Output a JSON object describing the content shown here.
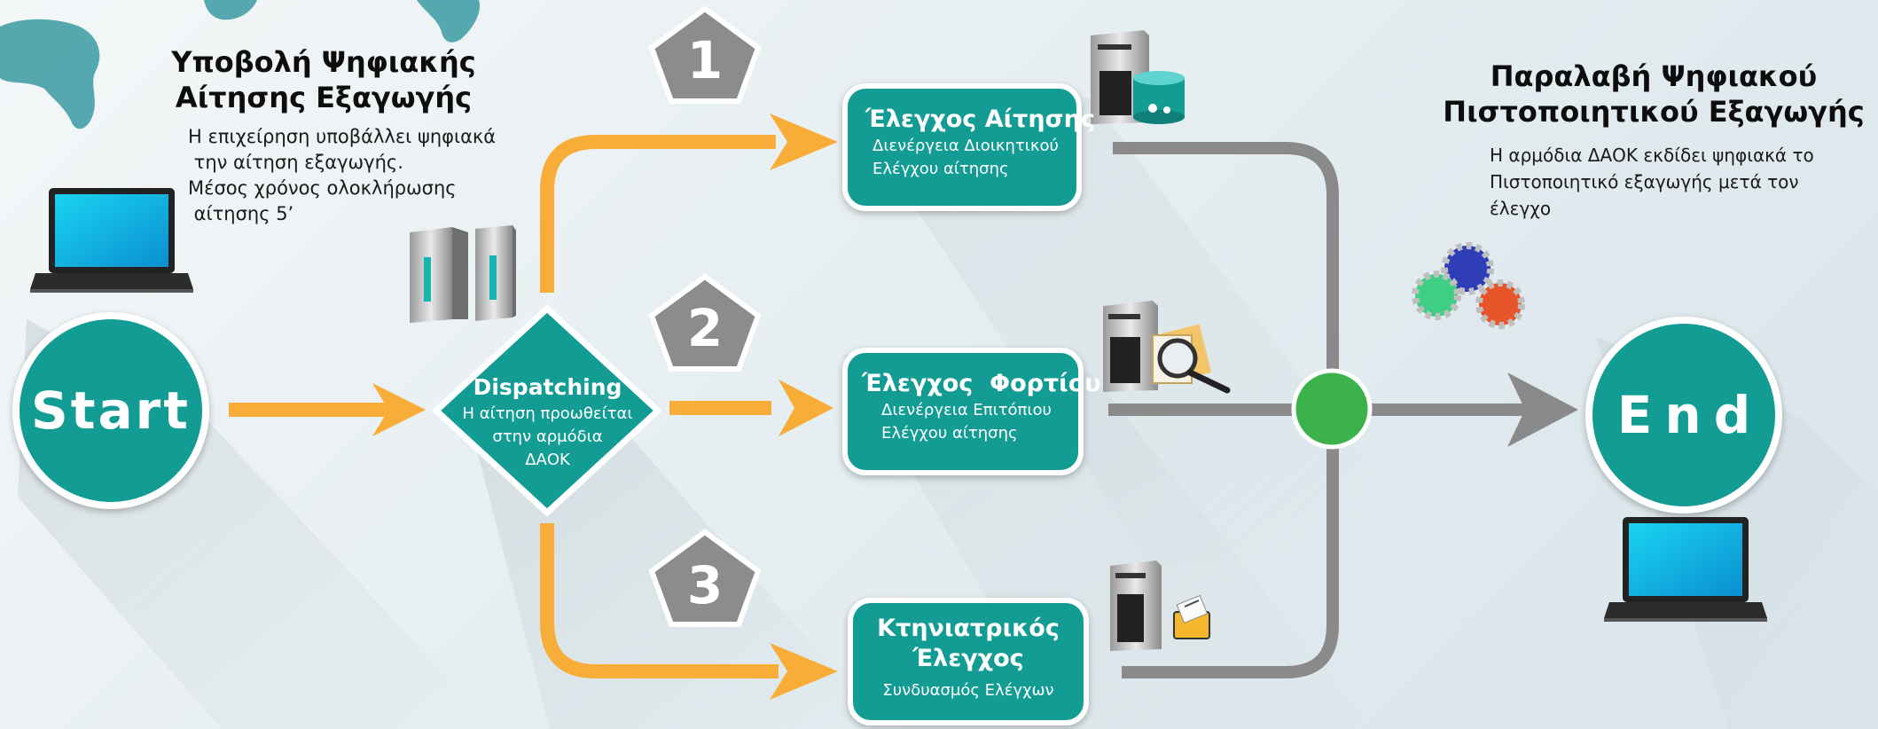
{
  "colors": {
    "teal": "#139c94",
    "orange": "#f7ad37",
    "gray": "#8a8a8a",
    "green": "#3bb34a",
    "pentagon": "#8c8c8c"
  },
  "icons": {
    "map_fragment": "map-fragment-icon",
    "laptop": "laptop-icon",
    "server": "server-icon",
    "database": "database-icon",
    "magnifier_document": "magnifier-document-icon",
    "envelope_certificate": "envelope-certificate-icon",
    "gears": "gears-icon"
  },
  "left_header": {
    "title_lines": [
      "Υποβολή Ψηφιακής",
      "Αίτησης Εξαγωγής"
    ],
    "description_lines": [
      "Η επιχείρηση υποβάλλει ψηφιακά",
      " την αίτηση εξαγωγής.",
      "Μέσος χρόνος ολοκλήρωσης",
      " αίτησης 5’"
    ]
  },
  "right_header": {
    "title_lines": [
      "Παραλαβή Ψηφιακού",
      "Πιστοποιητικού Εξαγωγής"
    ],
    "description_lines": [
      "Η αρμόδια ΔΑΟΚ εκδίδει ψηφιακά το",
      "Πιστοποιητικό εξαγωγής μετά τον έλεγχο"
    ]
  },
  "start": {
    "label": "Start"
  },
  "end": {
    "label": "End"
  },
  "dispatch": {
    "title": "Dispatching",
    "description_lines": [
      "Η αίτηση προωθείται",
      "στην αρμόδια",
      "ΔΑΟΚ"
    ]
  },
  "steps": [
    {
      "number": "1",
      "title_lines": [
        "Έλεγχος Αίτησης"
      ],
      "description_lines": [
        "Διενέργεια Διοικητικού",
        "Ελέγχου αίτησης"
      ]
    },
    {
      "number": "2",
      "title_lines": [
        "Έλεγχος  Φορτίου"
      ],
      "description_lines": [
        "Διενέργεια Επιτόπιου",
        "Ελέγχου αίτησης"
      ]
    },
    {
      "number": "3",
      "title_lines": [
        "Κτηνιατρικός",
        "Έλεγχος"
      ],
      "description_lines": [
        "Συνδυασμός Ελέγχων"
      ]
    }
  ]
}
